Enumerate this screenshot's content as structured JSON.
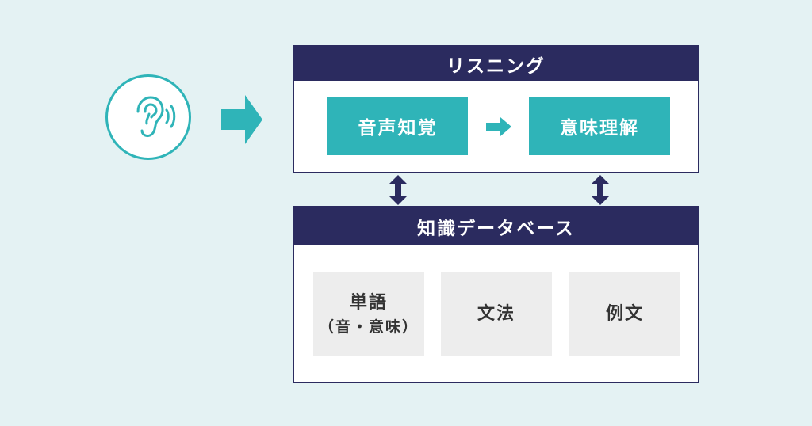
{
  "listening": {
    "title": "リスニング",
    "steps": [
      "音声知覚",
      "意味理解"
    ]
  },
  "knowledge": {
    "title": "知識データベース",
    "items": [
      {
        "label": "単語",
        "sub": "（音・意味）"
      },
      {
        "label": "文法"
      },
      {
        "label": "例文"
      }
    ]
  },
  "colors": {
    "navy": "#2b2b5f",
    "teal": "#2fb4b8",
    "background": "#e4f2f3",
    "gray_box": "#ededed"
  },
  "icons": [
    "ear-icon",
    "arrow-right-icon",
    "arrow-up-down-icon"
  ]
}
